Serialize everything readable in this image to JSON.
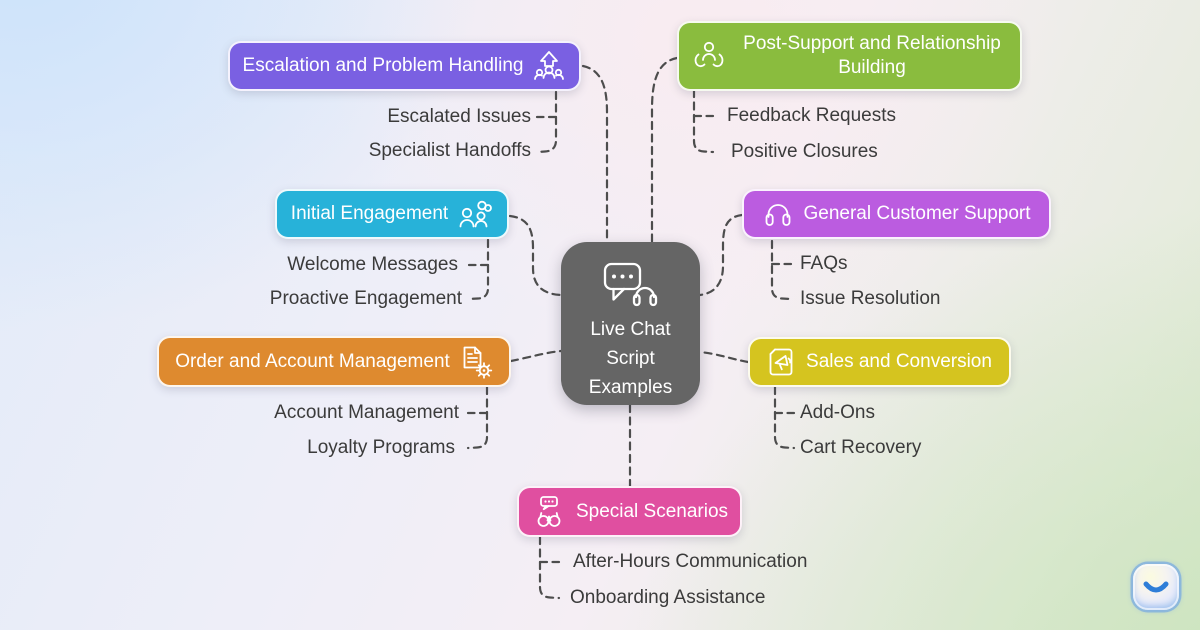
{
  "center": {
    "label": "Live Chat Script Examples",
    "color": "#656565",
    "icon": "chat-headset-icon"
  },
  "branches": [
    {
      "label": "Escalation and Problem Handling",
      "color": "#7a60e2",
      "icon": "escalation-team-icon",
      "children": [
        "Escalated Issues",
        "Specialist Handoffs"
      ]
    },
    {
      "label": "Post-Support and Relationship Building",
      "color": "#8abc3e",
      "icon": "care-hands-icon",
      "children": [
        "Feedback Requests",
        "Positive Closures"
      ]
    },
    {
      "label": "Initial Engagement",
      "color": "#27b2d9",
      "icon": "people-conversation-icon",
      "children": [
        "Welcome Messages",
        "Proactive Engagement"
      ]
    },
    {
      "label": "General Customer Support",
      "color": "#bb5ce0",
      "icon": "headset-icon",
      "children": [
        "FAQs",
        "Issue Resolution"
      ]
    },
    {
      "label": "Order and Account Management",
      "color": "#de8a2f",
      "icon": "document-gear-icon",
      "children": [
        "Account Management",
        "Loyalty Programs"
      ]
    },
    {
      "label": "Sales and Conversion",
      "color": "#d5c41f",
      "icon": "megaphone-page-icon",
      "children": [
        "Add-Ons",
        "Cart Recovery"
      ]
    },
    {
      "label": "Special Scenarios",
      "color": "#e04fa0",
      "icon": "binoculars-chat-icon",
      "children": [
        "After-Hours Communication",
        "Onboarding Assistance"
      ]
    }
  ],
  "style": {
    "connector_color": "#4d4d4d",
    "sublabel_color": "#3b3b3b",
    "node_text_color": "#ffffff"
  },
  "watermark": {
    "name": "smile-logo",
    "accent": "#2e7ed8"
  }
}
